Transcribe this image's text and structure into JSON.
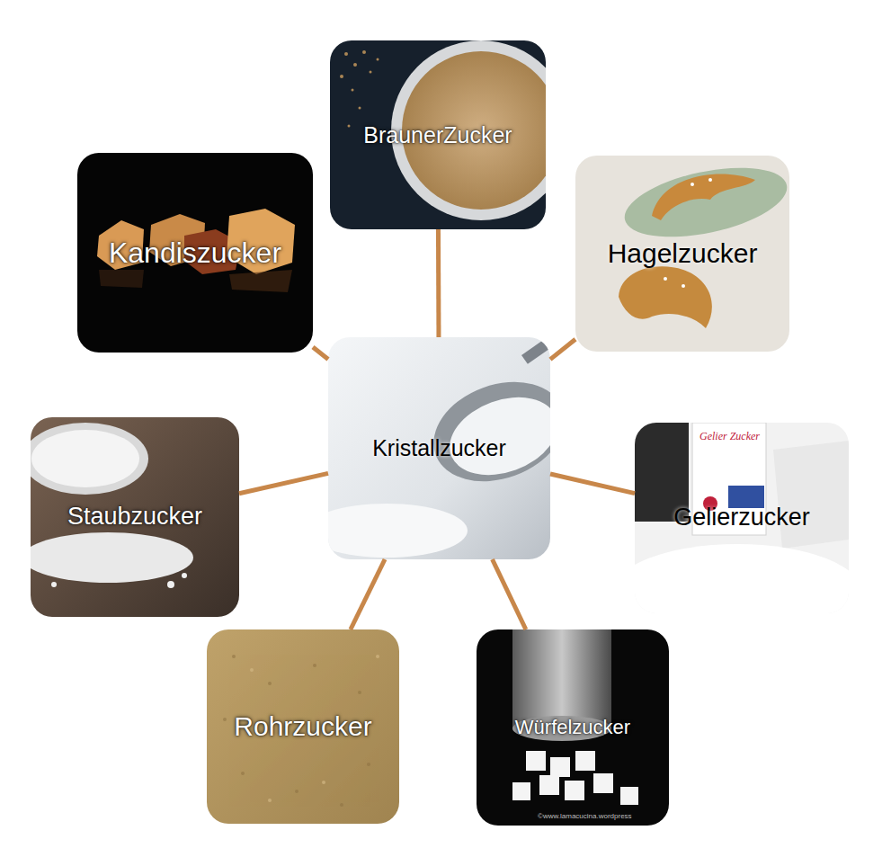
{
  "diagram": {
    "nodes": [
      {
        "text": [
          "BraunerZucker"
        ]
      },
      {
        "text": [
          "Kandiszucker"
        ]
      },
      {
        "text": [
          "Hagelzucker"
        ]
      },
      {
        "text": [
          "Kristallzucker"
        ]
      },
      {
        "text": [
          "Staubzucker"
        ]
      },
      {
        "text": [
          "Gelierzucker"
        ]
      },
      {
        "text": [
          "Rohrzucker"
        ]
      },
      {
        "text": [
          "Würfelzucker"
        ]
      }
    ],
    "edges": [
      {
        "from": 3,
        "to": 0,
        "arrow": "none"
      },
      {
        "from": 3,
        "to": 1,
        "arrow": "none"
      },
      {
        "from": 3,
        "to": 2,
        "arrow": "none"
      },
      {
        "from": 3,
        "to": 4,
        "arrow": "none"
      },
      {
        "from": 3,
        "to": 5,
        "arrow": "none"
      },
      {
        "from": 3,
        "to": 6,
        "arrow": "none"
      },
      {
        "from": 3,
        "to": 7,
        "arrow": "none"
      }
    ],
    "labels": [
      "Gelier Zucker",
      "©www.lamacucina.wordpress"
    ]
  }
}
